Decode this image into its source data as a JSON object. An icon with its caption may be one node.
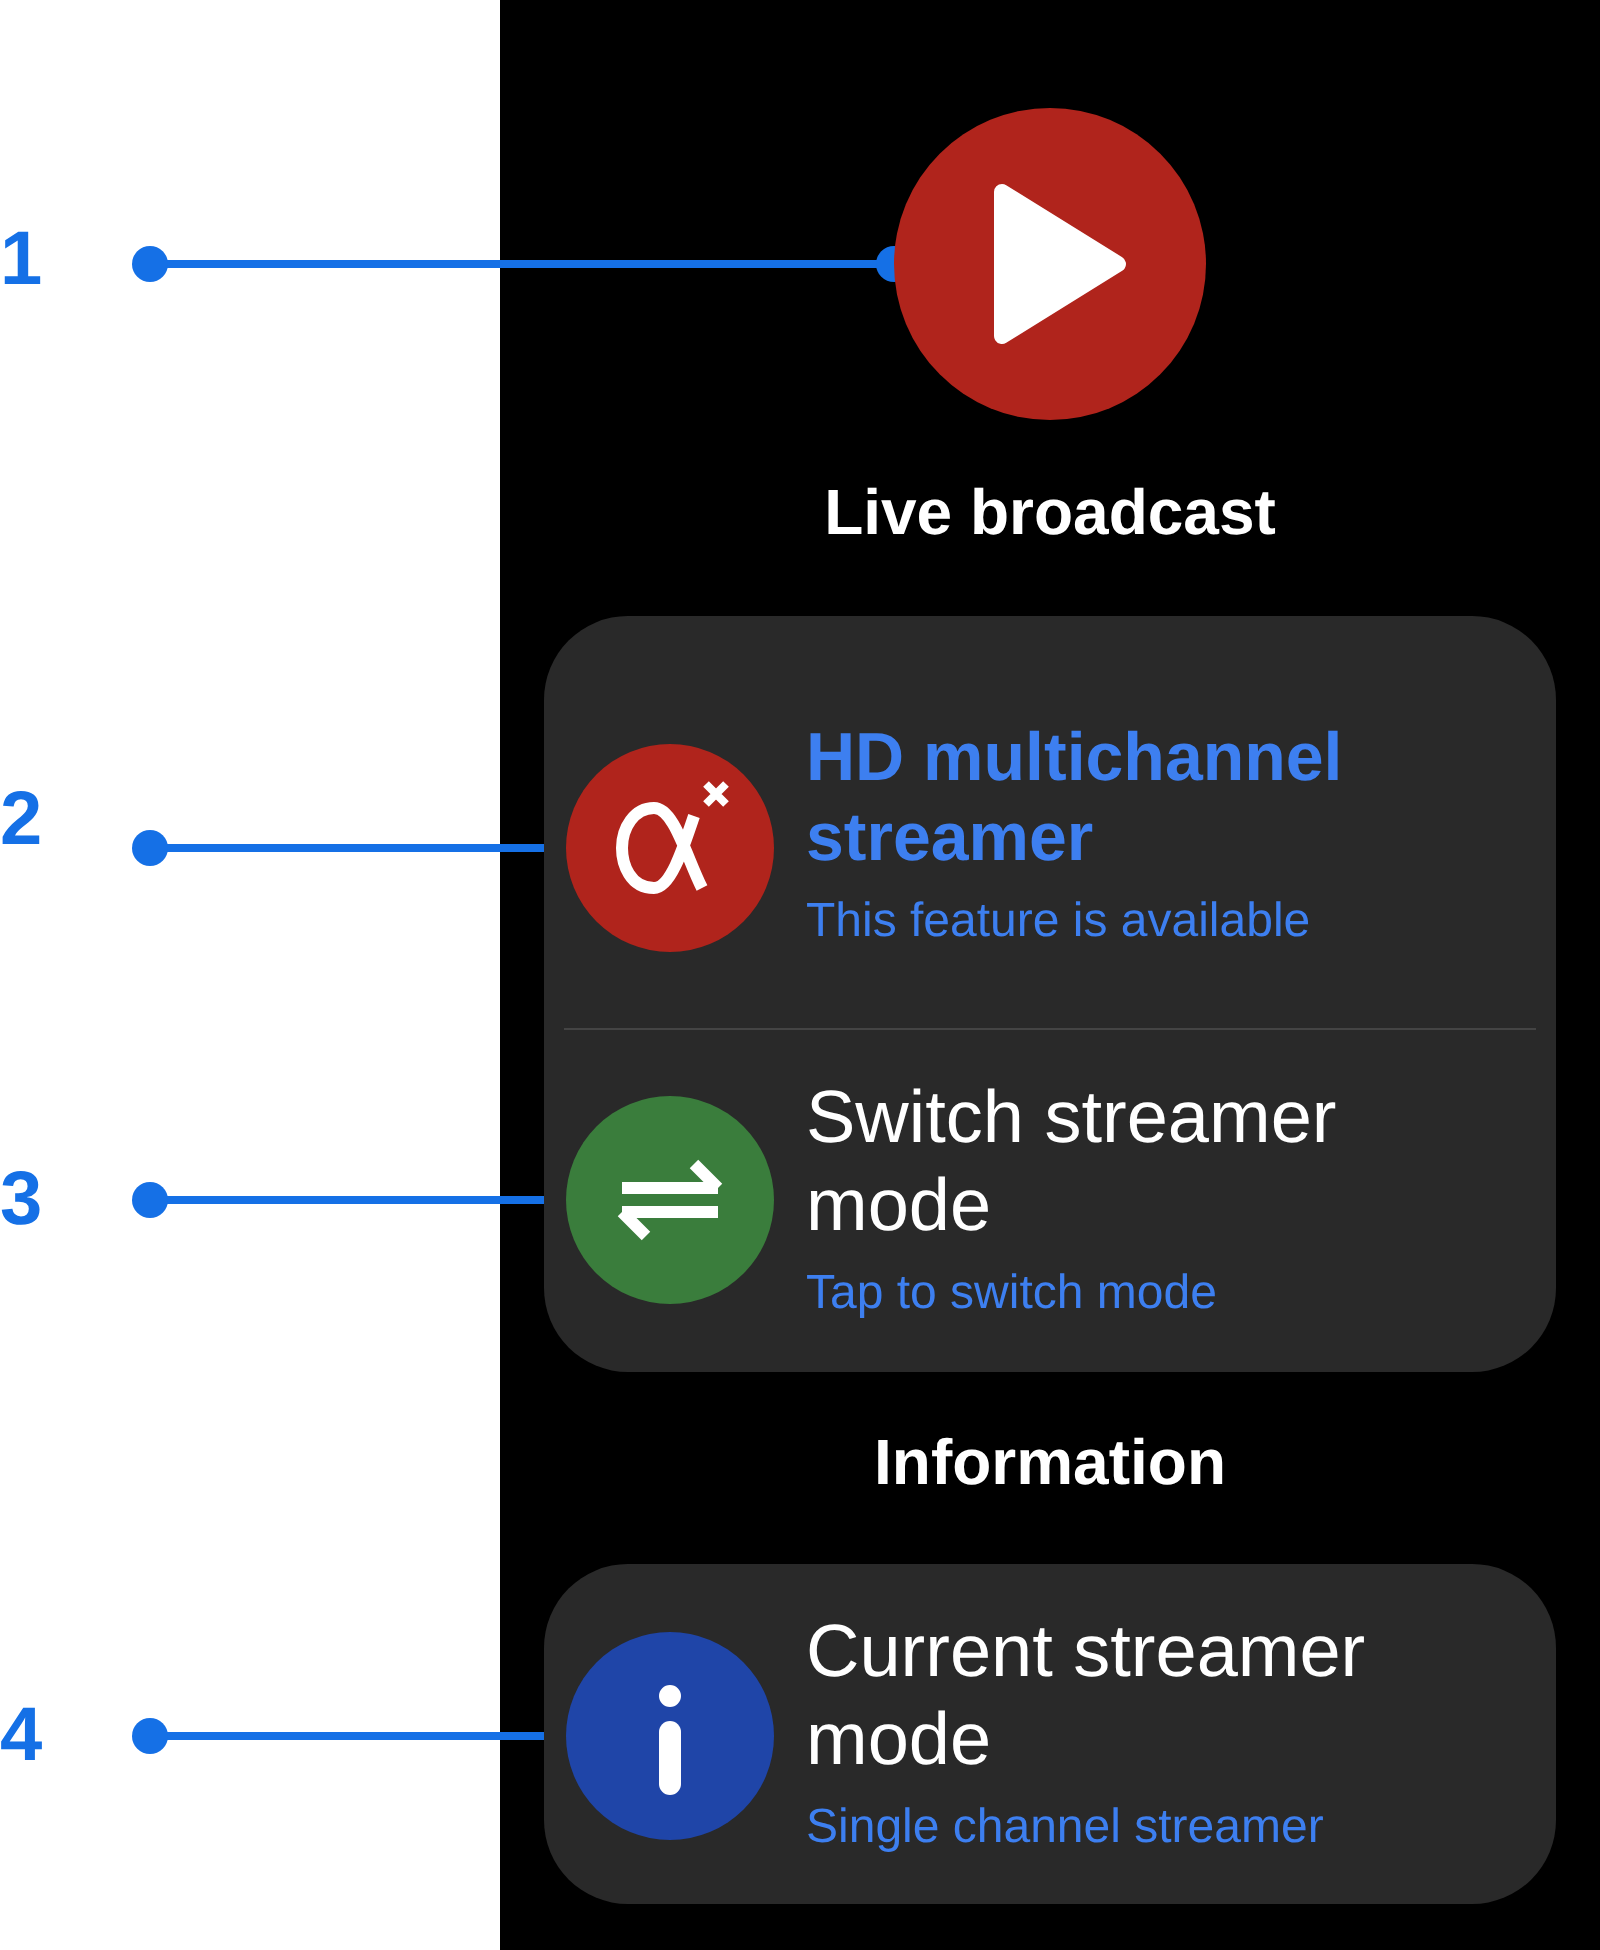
{
  "diagram": {
    "nodes": [
      {
        "text": [
          "1"
        ]
      },
      {
        "text": [],
        "shape": "circle"
      },
      {
        "text": [
          "2"
        ]
      },
      {
        "text": [
          "3"
        ]
      },
      {
        "text": [
          "4"
        ]
      },
      {
        "text": [],
        "shape": "box"
      },
      {
        "text": [
          "HD multichannel streamer",
          "This feature is available"
        ],
        "in": 5
      },
      {
        "text": [],
        "shape": "circle",
        "in": 6
      },
      {
        "text": [
          "Switch streamer mode",
          "Tap to switch mode"
        ],
        "in": 5
      },
      {
        "text": [],
        "shape": "circle",
        "in": 8
      },
      {
        "text": [],
        "shape": "box"
      },
      {
        "text": [
          "Current streamer mode",
          "Single channel streamer"
        ],
        "in": 10
      },
      {
        "text": [],
        "shape": "circle",
        "in": 11
      }
    ],
    "edges": [
      {
        "from": 0,
        "to": 1,
        "arrow": "other"
      },
      {
        "from": 2,
        "to": 7,
        "arrow": "other"
      },
      {
        "from": 3,
        "to": 9,
        "arrow": "other"
      },
      {
        "from": 4,
        "to": 12,
        "arrow": "other"
      }
    ],
    "labels": [
      "Live broadcast",
      "Information"
    ]
  }
}
